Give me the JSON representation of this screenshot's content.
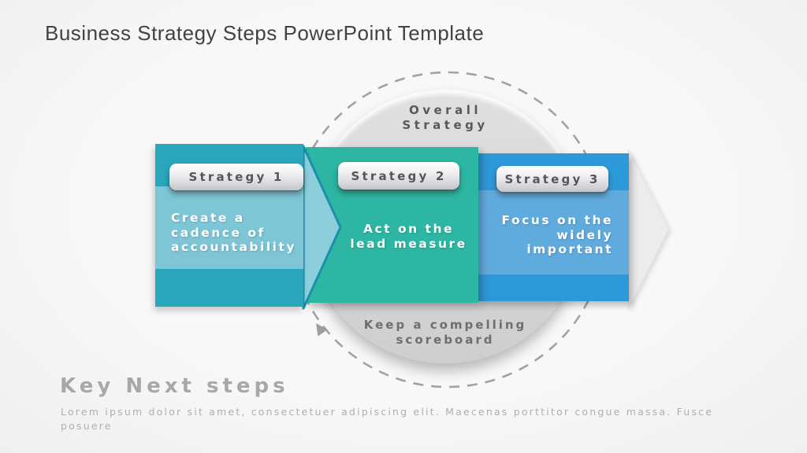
{
  "slide": {
    "title": "Business Strategy Steps PowerPoint Template"
  },
  "colors": {
    "teal_dark": "#29A6BB",
    "teal_light": "#7EC6D6",
    "green": "#2CB6A3",
    "blue_dark": "#2D99D8",
    "blue_light": "#60ABDE",
    "circle_gray": "#D8D8D8",
    "dashed_gray": "#A2A2A2"
  },
  "diagram": {
    "center_label": {
      "text": "Overall Strategy",
      "lines": [
        "Overall",
        "Strategy"
      ]
    },
    "bottom_label": {
      "text": "Keep a compelling scoreboard",
      "lines": [
        "Keep a compelling",
        "scoreboard"
      ]
    },
    "steps": [
      {
        "label": "Strategy 1",
        "description": "Create a cadence of accountability",
        "lines": [
          "Create a",
          "cadence of",
          "accountability"
        ]
      },
      {
        "label": "Strategy 2",
        "description": "Act on the lead measure",
        "lines": [
          "Act on the",
          "lead measure"
        ]
      },
      {
        "label": "Strategy 3",
        "description": "Focus on the widely important",
        "lines": [
          "Focus on the",
          "widely",
          "important"
        ]
      }
    ]
  },
  "footer": {
    "heading": "Key Next steps",
    "body": "Lorem ipsum dolor sit amet, consectetuer adipiscing elit. Maecenas porttitor congue massa. Fusce posuere",
    "body_lines": [
      "Lorem ipsum dolor sit amet, consectetuer adipiscing elit. Maecenas porttitor congue massa. Fusce",
      "posuere"
    ]
  }
}
